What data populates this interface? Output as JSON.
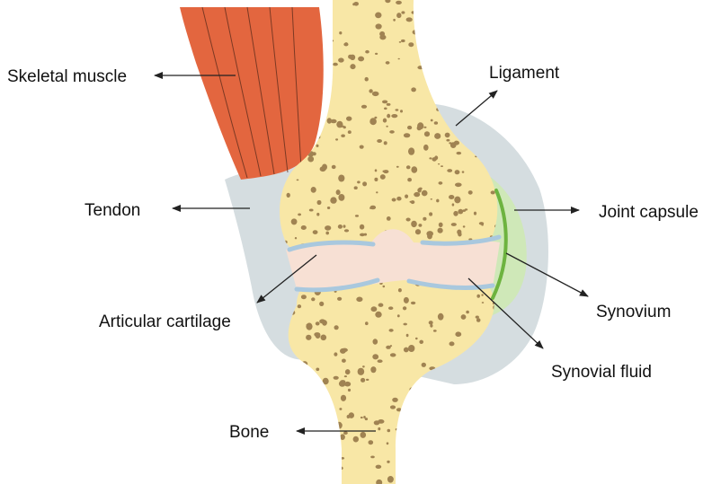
{
  "labels": {
    "skeletal_muscle": "Skeletal muscle",
    "tendon": "Tendon",
    "articular_cartilage": "Articular cartilage",
    "bone": "Bone",
    "ligament": "Ligament",
    "joint_capsule": "Joint capsule",
    "synovium": "Synovium",
    "synovial_fluid": "Synovial fluid"
  },
  "colors": {
    "bone": "#f8e7a6",
    "bone_pores": "#8a6b3e",
    "muscle": "#e3663f",
    "muscle_lines": "#5a2a1a",
    "capsule": "#d5dde0",
    "cartilage": "#a9c8de",
    "synovial_fluid": "#f7e0d4",
    "synovium": "#6db33f",
    "synovium_light": "#cfe8b8"
  }
}
